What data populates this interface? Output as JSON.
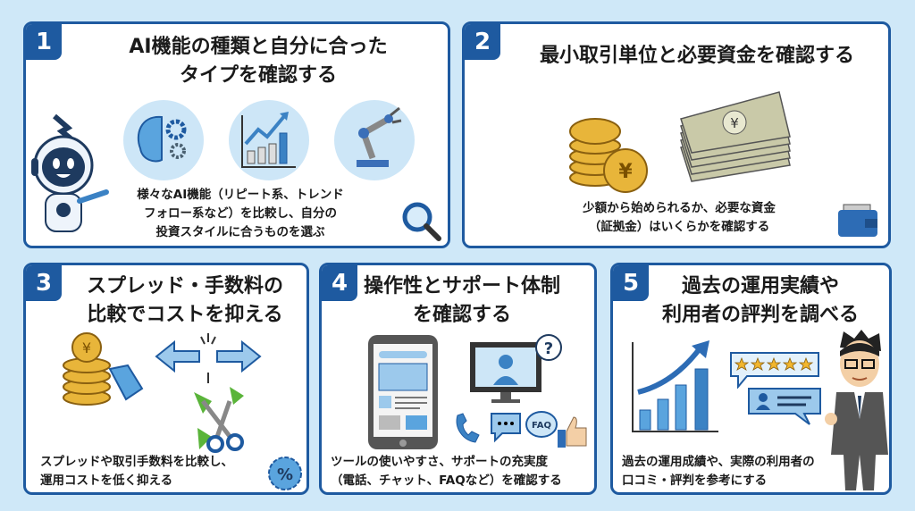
{
  "colors": {
    "background": "#cfe8f8",
    "panel_border": "#1e5aa0",
    "accent": "#3b82c4",
    "coin": "#e8b53a"
  },
  "panels": [
    {
      "number": "1",
      "title_lines": [
        "AI機能の種類と自分に合った",
        "タイプを確認する"
      ],
      "desc_lines": [
        "様々なAI機能（リピート系、トレンド",
        "フォロー系など）を比較し、自分の",
        "投資スタイルに合うものを選ぶ"
      ],
      "icons": [
        "robot-mascot",
        "brain-gears-icon",
        "growth-chart-icon",
        "robot-arm-icon",
        "magnifier-icon"
      ]
    },
    {
      "number": "2",
      "title_lines": [
        "最小取引単位と必要資金を確認する"
      ],
      "desc_lines": [
        "少額から始められるか、必要な資金",
        "（証拠金）はいくらかを確認する"
      ],
      "icons": [
        "yen-coins-icon",
        "banknotes-icon",
        "wallet-icon"
      ],
      "coin_symbol": "¥"
    },
    {
      "number": "3",
      "title_lines": [
        "スプレッド・手数料の",
        "比較でコストを抑える"
      ],
      "desc_lines": [
        "スプレッドや取引手数料を比較し、",
        "運用コストを低く抑える"
      ],
      "icons": [
        "coins-tag-icon",
        "split-arrows-icon",
        "scissors-icon",
        "percent-badge-icon"
      ],
      "percent_symbol": "%",
      "coin_symbol": "¥"
    },
    {
      "number": "4",
      "title_lines": [
        "操作性とサポート体制",
        "を確認する"
      ],
      "desc_lines": [
        "ツールの使いやすさ、サポートの充実度",
        "（電話、チャット、FAQなど）を確認する"
      ],
      "icons": [
        "smartphone-icon",
        "monitor-support-icon",
        "phone-icon",
        "chat-icon",
        "faq-icon",
        "thumbs-up-icon"
      ],
      "faq_label": "FAQ",
      "question_mark": "?"
    },
    {
      "number": "5",
      "title_lines": [
        "過去の運用実績や",
        "利用者の評判を調べる"
      ],
      "desc_lines": [
        "過去の運用成績や、実際の利用者の",
        "口コミ・評判を参考にする"
      ],
      "icons": [
        "bar-chart-arrow-icon",
        "five-star-review-icon",
        "user-comment-icon",
        "businessman-mascot"
      ],
      "rating_stars": 5
    }
  ]
}
